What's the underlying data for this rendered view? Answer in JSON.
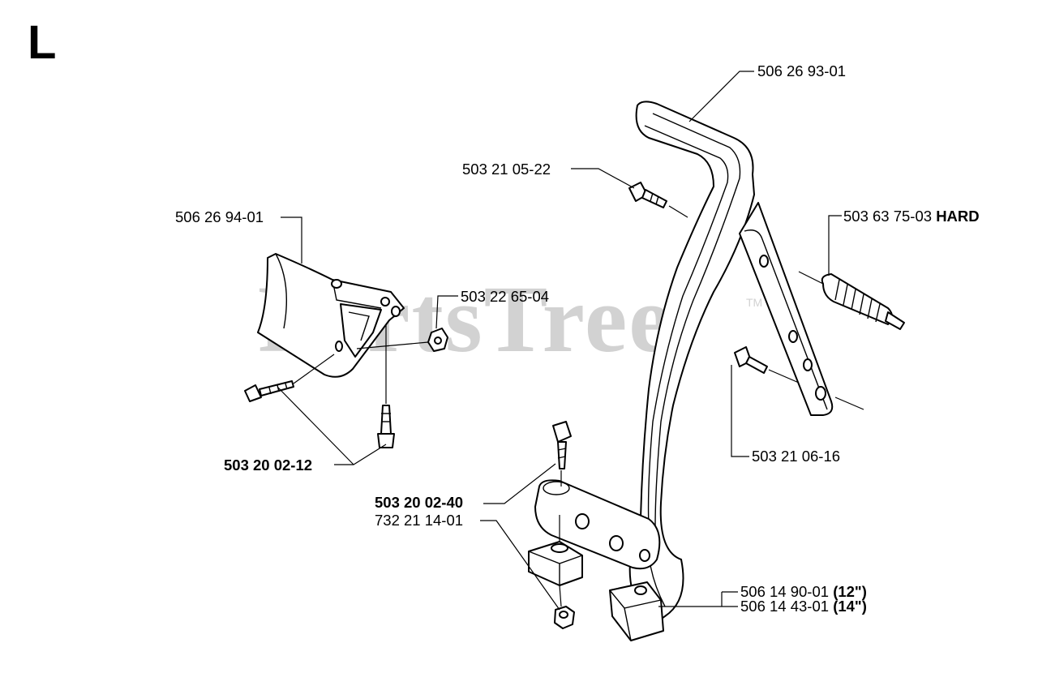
{
  "diagram": {
    "section_letter": "L",
    "watermark": "PartsTree",
    "watermark_mark": "TM",
    "parts": [
      {
        "id": "handle",
        "number": "506 26 93-01",
        "note": ""
      },
      {
        "id": "bolt_top",
        "number": "503 21 05-22",
        "note": ""
      },
      {
        "id": "guard",
        "number": "506 26 94-01",
        "note": ""
      },
      {
        "id": "nut",
        "number": "503 22 65-04",
        "note": ""
      },
      {
        "id": "vibration_spring",
        "number": "503 63 75-03",
        "note": "HARD"
      },
      {
        "id": "screw_guard",
        "number": "503 20 02-12",
        "note": ""
      },
      {
        "id": "bolt_bracket",
        "number": "503 21 06-16",
        "note": ""
      },
      {
        "id": "screw_handle",
        "number": "503 20 02-40",
        "note": ""
      },
      {
        "id": "nut_handle",
        "number": "732 21 14-01",
        "note": ""
      },
      {
        "id": "spacer_12",
        "number": "506 14 90-01",
        "note": "(12\")"
      },
      {
        "id": "spacer_14",
        "number": "506 14 43-01",
        "note": "(14\")"
      }
    ]
  }
}
